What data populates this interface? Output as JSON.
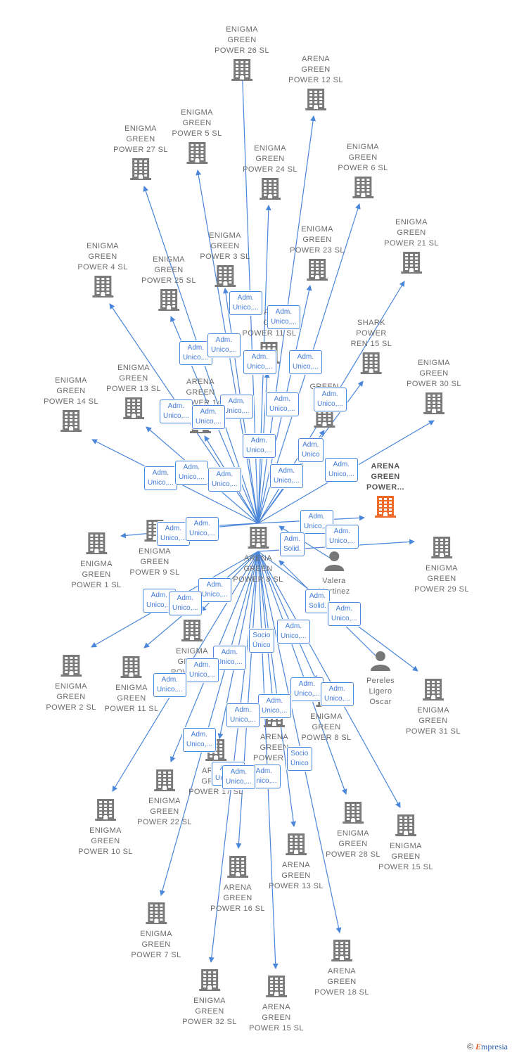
{
  "colors": {
    "edge": "#4a86d9",
    "building": "#7a7a7a",
    "highlight": "#ef6a2b",
    "person": "#777777",
    "tag_text": "#3f7ad6"
  },
  "center": {
    "lines": [
      "ARENA",
      "GREEN",
      "POWER 8 SL"
    ],
    "icon": "building-icon"
  },
  "nodes": [
    {
      "id": "enigma-26",
      "lines": [
        "ENIGMA",
        "GREEN",
        "POWER 26 SL"
      ],
      "icon": "building-icon"
    },
    {
      "id": "arena-12",
      "lines": [
        "ARENA",
        "GREEN",
        "POWER 12 SL"
      ],
      "icon": "building-icon"
    },
    {
      "id": "enigma-27",
      "lines": [
        "ENIGMA",
        "GREEN",
        "POWER 27 SL"
      ],
      "icon": "building-icon"
    },
    {
      "id": "enigma-5",
      "lines": [
        "ENIGMA",
        "GREEN",
        "POWER 5 SL"
      ],
      "icon": "building-icon"
    },
    {
      "id": "enigma-24",
      "lines": [
        "ENIGMA",
        "GREEN",
        "POWER 24 SL"
      ],
      "icon": "building-icon"
    },
    {
      "id": "enigma-6",
      "lines": [
        "ENIGMA",
        "GREEN",
        "POWER 6 SL"
      ],
      "icon": "building-icon"
    },
    {
      "id": "enigma-21",
      "lines": [
        "ENIGMA",
        "GREEN",
        "POWER 21 SL"
      ],
      "icon": "building-icon"
    },
    {
      "id": "enigma-3",
      "lines": [
        "ENIGMA",
        "GREEN",
        "POWER 3 SL"
      ],
      "icon": "building-icon"
    },
    {
      "id": "enigma-23",
      "lines": [
        "ENIGMA",
        "GREEN",
        "POWER 23 SL"
      ],
      "icon": "building-icon"
    },
    {
      "id": "enigma-4",
      "lines": [
        "ENIGMA",
        "GREEN",
        "POWER 4 SL"
      ],
      "icon": "building-icon"
    },
    {
      "id": "enigma-25",
      "lines": [
        "ENIGMA",
        "GREEN",
        "POWER 25 SL"
      ],
      "icon": "building-icon"
    },
    {
      "id": "arena-11",
      "lines": [
        "AR",
        "GR",
        "POWER 11 SL"
      ],
      "icon": "building-icon"
    },
    {
      "id": "shark-15",
      "lines": [
        "SHARK",
        "POWER",
        "REN 15 SL"
      ],
      "icon": "building-icon"
    },
    {
      "id": "enigma-30",
      "lines": [
        "ENIGMA",
        "GREEN",
        "POWER 30 SL"
      ],
      "icon": "building-icon"
    },
    {
      "id": "enigma-13",
      "lines": [
        "ENIGMA",
        "GREEN",
        "POWER 13 SL"
      ],
      "icon": "building-icon"
    },
    {
      "id": "arena-14",
      "lines": [
        "ARENA",
        "GREEN",
        "POWER 14"
      ],
      "icon": "building-icon"
    },
    {
      "id": "enigma-14",
      "lines": [
        "ENIGMA",
        "GREEN",
        "POWER 14 SL"
      ],
      "icon": "building-icon"
    },
    {
      "id": "green-w",
      "lines": [
        "GREEN",
        "W"
      ],
      "icon": "building-icon"
    },
    {
      "id": "arena-power-hl",
      "lines": [
        "ARENA",
        "GREEN",
        "POWER..."
      ],
      "icon": "building-icon",
      "highlight": true
    },
    {
      "id": "enigma-9",
      "lines": [
        "ENIGMA",
        "GREEN",
        "POWER 9 SL"
      ],
      "icon": "building-icon"
    },
    {
      "id": "enigma-1",
      "lines": [
        "ENIGMA",
        "GREEN",
        "POWER 1 SL"
      ],
      "icon": "building-icon"
    },
    {
      "id": "enigma-29",
      "lines": [
        "ENIGMA",
        "GREEN",
        "POWER 29 SL"
      ],
      "icon": "building-icon"
    },
    {
      "id": "valera",
      "lines": [
        "Valera",
        "Martinez"
      ],
      "icon": "person-icon"
    },
    {
      "id": "pereles",
      "lines": [
        "Pereles",
        "Ligero",
        "Oscar"
      ],
      "icon": "person-icon"
    },
    {
      "id": "enigma-2",
      "lines": [
        "ENIGMA",
        "GREEN",
        "POWER 2 SL"
      ],
      "icon": "building-icon"
    },
    {
      "id": "enigma-11",
      "lines": [
        "ENIGMA",
        "GREEN",
        "POWER 11 SL"
      ],
      "icon": "building-icon"
    },
    {
      "id": "enigma-20",
      "lines": [
        "ENIGMA",
        "GREEN",
        "POWER 20"
      ],
      "icon": "building-icon"
    },
    {
      "id": "enigma-8",
      "lines": [
        "ENIGMA",
        "GREEN",
        "POWER 8 SL"
      ],
      "icon": "building-icon"
    },
    {
      "id": "enigma-31",
      "lines": [
        "ENIGMA",
        "GREEN",
        "POWER 31 SL"
      ],
      "icon": "building-icon"
    },
    {
      "id": "arena-19",
      "lines": [
        "ARENA",
        "GREEN",
        "POWER 19"
      ],
      "icon": "building-icon"
    },
    {
      "id": "arena-17",
      "lines": [
        "ARENA",
        "GREEN",
        "POWER 17 SL"
      ],
      "icon": "building-icon"
    },
    {
      "id": "enigma-22",
      "lines": [
        "ENIGMA",
        "GREEN",
        "POWER 22 SL"
      ],
      "icon": "building-icon"
    },
    {
      "id": "enigma-10",
      "lines": [
        "ENIGMA",
        "GREEN",
        "POWER 10 SL"
      ],
      "icon": "building-icon"
    },
    {
      "id": "enigma-28",
      "lines": [
        "ENIGMA",
        "GREEN",
        "POWER 28 SL"
      ],
      "icon": "building-icon"
    },
    {
      "id": "enigma-15",
      "lines": [
        "ENIGMA",
        "GREEN",
        "POWER 15 SL"
      ],
      "icon": "building-icon"
    },
    {
      "id": "arena-13",
      "lines": [
        "ARENA",
        "GREEN",
        "POWER 13 SL"
      ],
      "icon": "building-icon"
    },
    {
      "id": "arena-16",
      "lines": [
        "ARENA",
        "GREEN",
        "POWER 16 SL"
      ],
      "icon": "building-icon"
    },
    {
      "id": "enigma-7",
      "lines": [
        "ENIGMA",
        "GREEN",
        "POWER 7 SL"
      ],
      "icon": "building-icon"
    },
    {
      "id": "arena-18",
      "lines": [
        "ARENA",
        "GREEN",
        "POWER 18 SL"
      ],
      "icon": "building-icon"
    },
    {
      "id": "enigma-32",
      "lines": [
        "ENIGMA",
        "GREEN",
        "POWER 32 SL"
      ],
      "icon": "building-icon"
    },
    {
      "id": "arena-15",
      "lines": [
        "ARENA",
        "GREEN",
        "POWER 15 SL"
      ],
      "icon": "building-icon"
    }
  ],
  "tags": [
    {
      "lines": [
        "Adm.",
        "Unico,..."
      ]
    },
    {
      "lines": [
        "Adm.",
        "Unico,..."
      ]
    },
    {
      "lines": [
        "Adm.",
        "Unico,..."
      ]
    },
    {
      "lines": [
        "Adm.",
        "Unico,..."
      ]
    },
    {
      "lines": [
        "Adm.",
        "Unico,..."
      ]
    },
    {
      "lines": [
        "Adm.",
        "Unico,..."
      ]
    },
    {
      "lines": [
        "Adm.",
        "Unico,..."
      ]
    },
    {
      "lines": [
        "Adm.",
        "Unico,..."
      ]
    },
    {
      "lines": [
        "Adm.",
        "Unico,..."
      ]
    },
    {
      "lines": [
        "Adm.",
        "Unico,..."
      ]
    },
    {
      "lines": [
        "Adm.",
        "Unico,..."
      ]
    },
    {
      "lines": [
        "Adm.",
        "Unico"
      ]
    },
    {
      "lines": [
        "Adm.",
        "Unico,..."
      ]
    },
    {
      "lines": [
        "Adm.",
        "Unico,..."
      ]
    },
    {
      "lines": [
        "Adm.",
        "Unico,..."
      ]
    },
    {
      "lines": [
        "Adm.",
        "Unico,..."
      ]
    },
    {
      "lines": [
        "Adm.",
        "Unico,..."
      ]
    },
    {
      "lines": [
        "Adm.",
        "Unico,..."
      ]
    },
    {
      "lines": [
        "Adm.",
        "Unico,..."
      ]
    },
    {
      "lines": [
        "Adm.",
        "Unico,..."
      ]
    },
    {
      "lines": [
        "Adm.",
        "Unico,..."
      ]
    },
    {
      "lines": [
        "Adm.",
        "Unico,..."
      ]
    },
    {
      "lines": [
        "Adm.",
        "Solid."
      ]
    },
    {
      "lines": [
        "Adm.",
        "Unico,..."
      ]
    },
    {
      "lines": [
        "Adm.",
        "Unico,..."
      ]
    },
    {
      "lines": [
        "Adm.",
        "Unico,..."
      ]
    },
    {
      "lines": [
        "Adm.",
        "Solid."
      ]
    },
    {
      "lines": [
        "Adm.",
        "Unico,..."
      ]
    },
    {
      "lines": [
        "Adm.",
        "Unico,..."
      ]
    },
    {
      "lines": [
        "Socio",
        "Único"
      ]
    },
    {
      "lines": [
        "Adm.",
        "Unico,..."
      ]
    },
    {
      "lines": [
        "Adm.",
        "Unico,..."
      ]
    },
    {
      "lines": [
        "Adm.",
        "Unico,..."
      ]
    },
    {
      "lines": [
        "Adm.",
        "Unico,..."
      ]
    },
    {
      "lines": [
        "Adm.",
        "Unico,..."
      ]
    },
    {
      "lines": [
        "Adm.",
        "Unico,..."
      ]
    },
    {
      "lines": [
        "Adm.",
        "Unico,..."
      ]
    },
    {
      "lines": [
        "Adm.",
        "Unico,..."
      ]
    },
    {
      "lines": [
        "Socio",
        "Único"
      ]
    },
    {
      "lines": [
        "Adm.",
        "Unico,..."
      ]
    },
    {
      "lines": [
        "Adm.",
        "Unico,..."
      ]
    },
    {
      "lines": [
        "Adm.",
        "Unico,..."
      ]
    }
  ],
  "footer": {
    "copyright": "©",
    "brand_initial": "E",
    "brand_rest": "mpresia"
  }
}
